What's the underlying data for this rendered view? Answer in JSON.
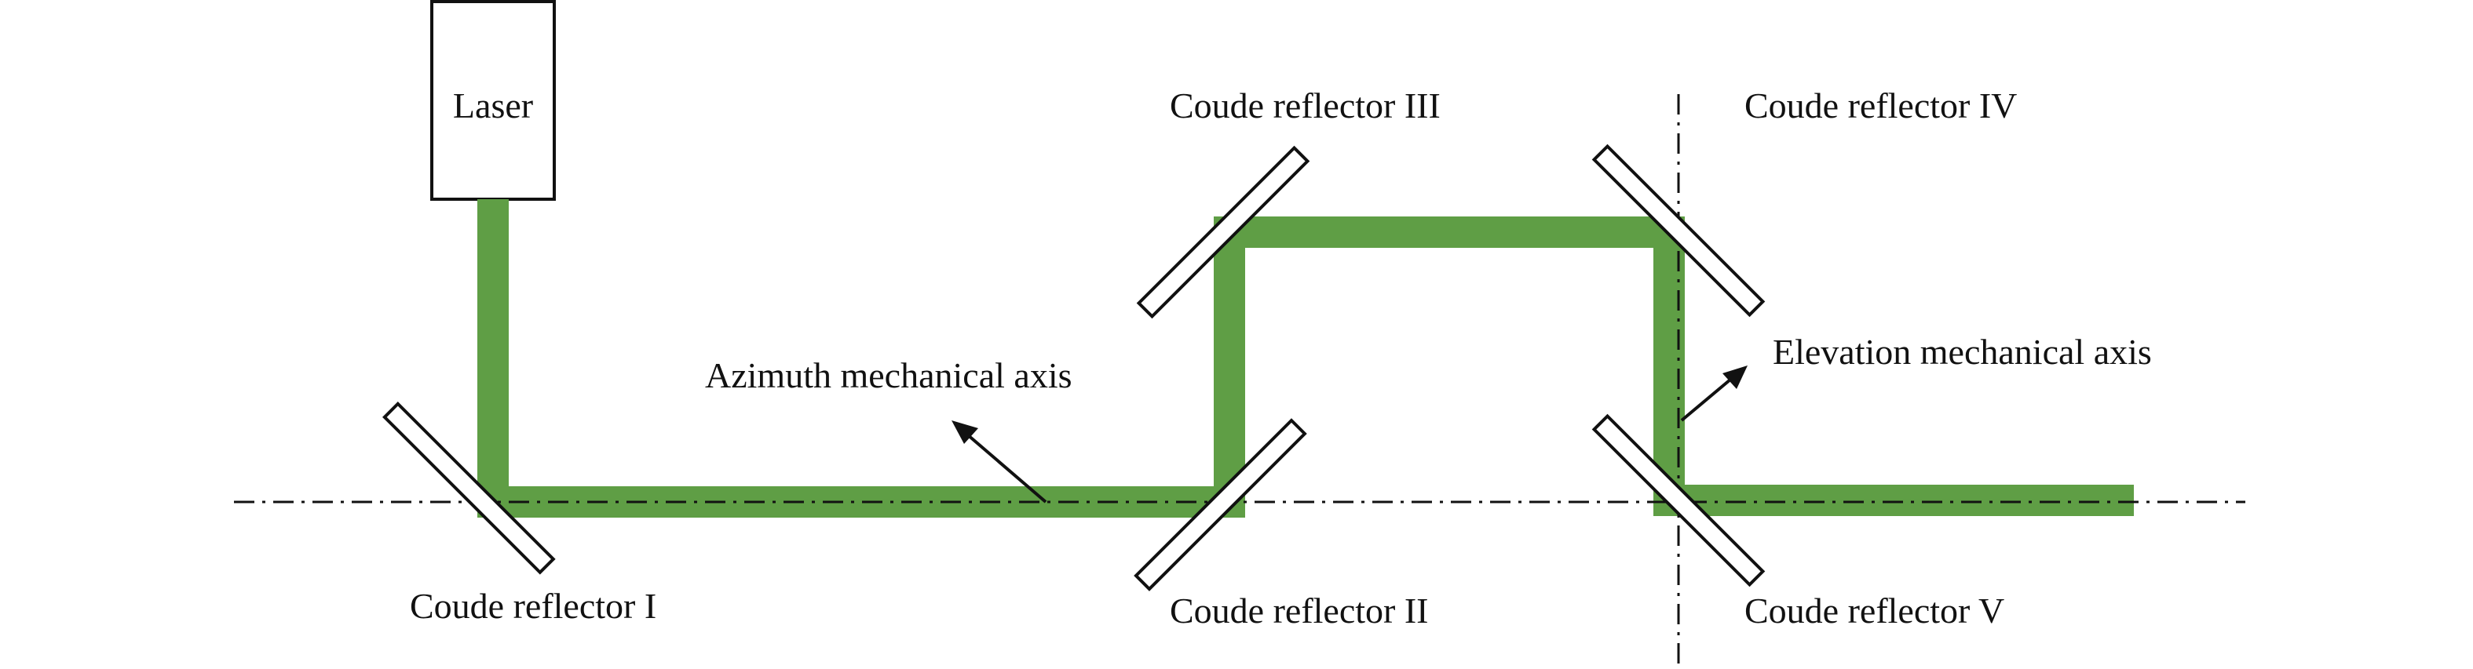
{
  "laser": {
    "label": "Laser"
  },
  "reflectors": {
    "r1": "Coude reflector I",
    "r2": "Coude reflector II",
    "r3": "Coude reflector III",
    "r4": "Coude reflector IV",
    "r5": "Coude reflector V"
  },
  "axes": {
    "azimuth": "Azimuth mechanical axis",
    "elevation": "Elevation mechanical axis"
  },
  "colors": {
    "beam": "#5f9e45",
    "line": "#111111",
    "background": "#ffffff"
  }
}
